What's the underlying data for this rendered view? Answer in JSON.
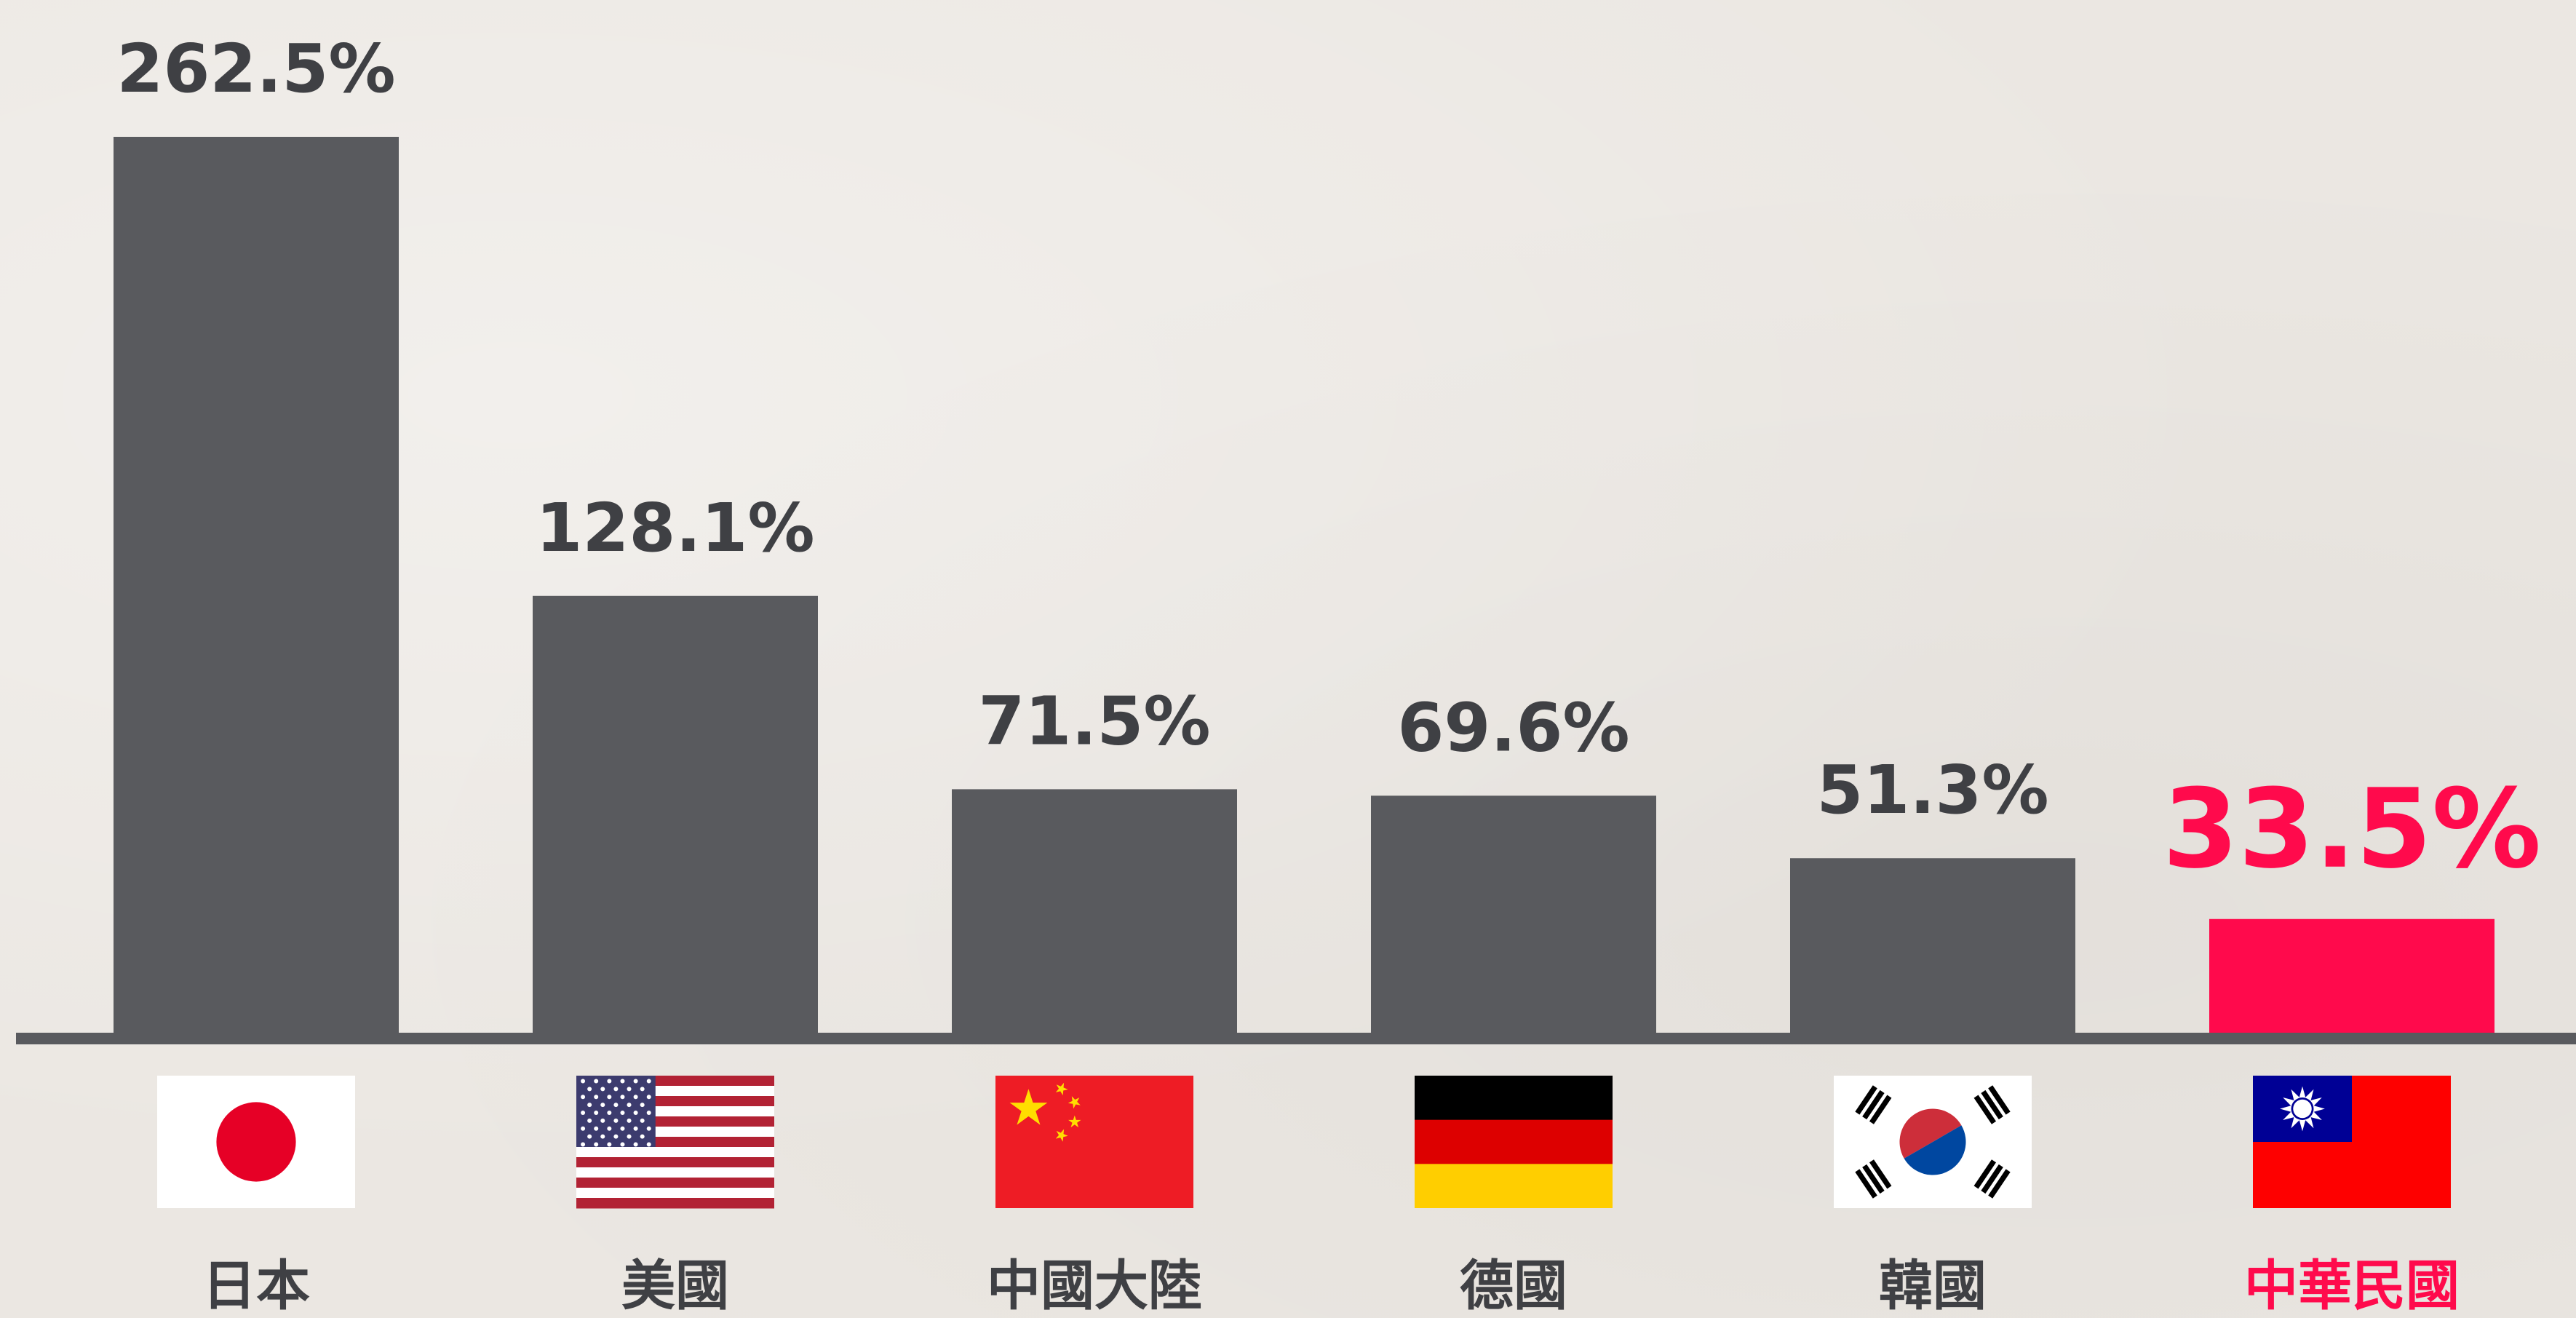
{
  "colors": {
    "background": "#ebe7e2",
    "bar": "#595a5e",
    "highlight": "#ff0a4c",
    "axis": "#595a5e",
    "text": "#3f4044"
  },
  "chart_data": {
    "type": "bar",
    "categories": [
      "日本",
      "美國",
      "中國大陸",
      "德國",
      "韓國",
      "中華民國"
    ],
    "values": [
      262.5,
      128.1,
      71.5,
      69.6,
      51.3,
      33.5
    ],
    "value_labels": [
      "262.5%",
      "128.1%",
      "71.5%",
      "69.6%",
      "51.3%",
      "33.5%"
    ],
    "flags": [
      "japan-flag",
      "usa-flag",
      "china-flag",
      "germany-flag",
      "korea-flag",
      "roc-flag"
    ],
    "highlight_index": 5,
    "ylim": [
      0,
      262.5
    ],
    "grid": false
  }
}
